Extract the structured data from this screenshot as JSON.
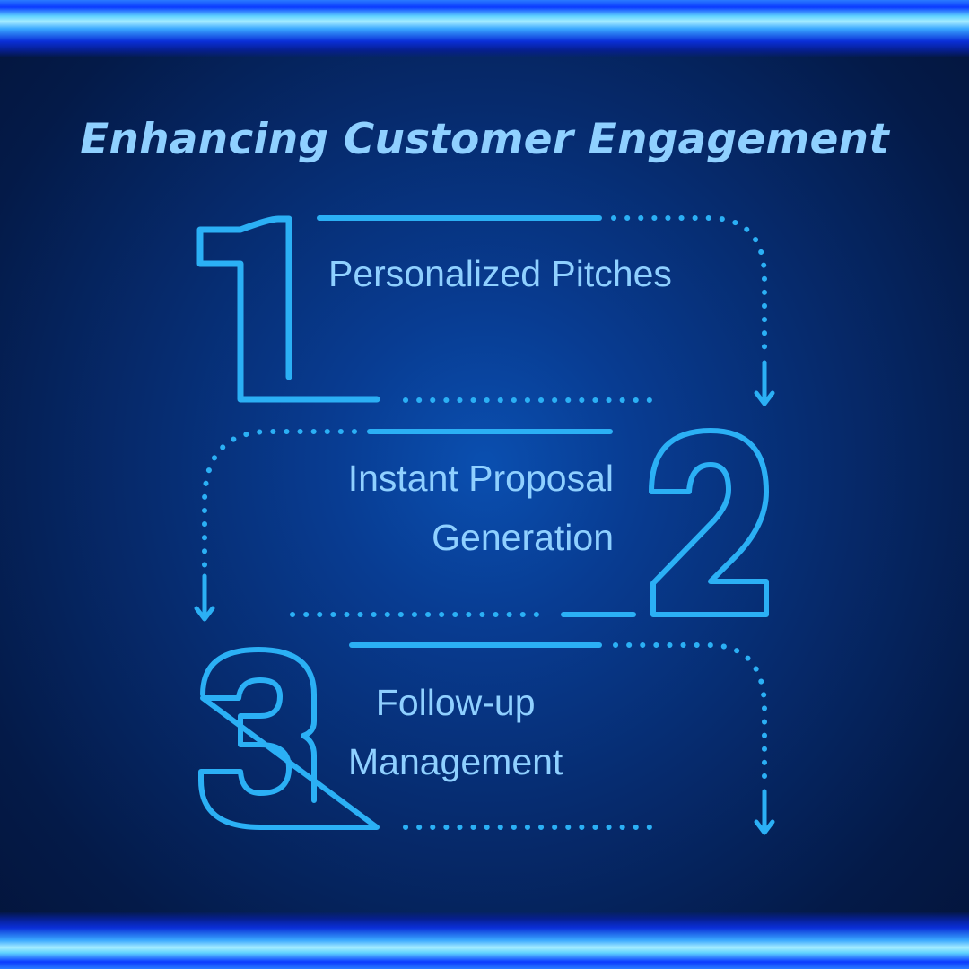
{
  "title": "Enhancing Customer Engagement",
  "steps": [
    {
      "number": "1",
      "label_lines": [
        "Personalized Pitches"
      ]
    },
    {
      "number": "2",
      "label_lines": [
        "Instant Proposal",
        "Generation"
      ]
    },
    {
      "number": "3",
      "label_lines": [
        "Follow-up",
        "Management"
      ]
    }
  ],
  "colors": {
    "background": "#062b6e",
    "outline": "#2bb0f5",
    "text": "#8fd0ff",
    "glow": "#5fd2ff"
  }
}
